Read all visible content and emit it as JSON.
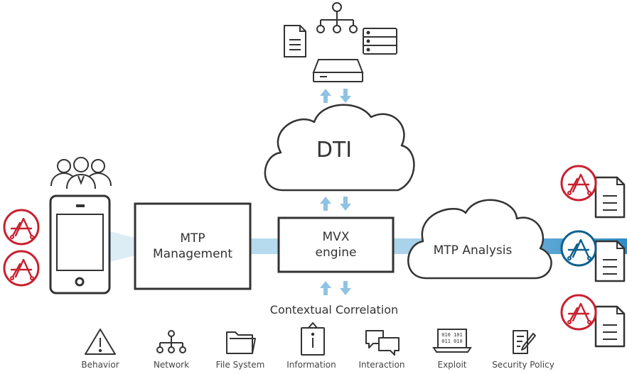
{
  "dti_label": "DTI",
  "mtp_management_label": [
    "MTP",
    "Management"
  ],
  "mvx_engine_label": [
    "MVX",
    "engine"
  ],
  "mtp_analysis_label": "MTP Analysis",
  "contextual_label": "Contextual Correlation",
  "categories": [
    {
      "label": "Behavior",
      "icon": "warning-icon"
    },
    {
      "label": "Network",
      "icon": "network-icon"
    },
    {
      "label": "File System",
      "icon": "folder-icon"
    },
    {
      "label": "Information",
      "icon": "information-icon"
    },
    {
      "label": "Interaction",
      "icon": "chat-icon"
    },
    {
      "label": "Exploit",
      "icon": "exploit-laptop-icon"
    },
    {
      "label": "Security Policy",
      "icon": "policy-icon"
    }
  ],
  "colors": {
    "flow_light": "#cfe6f2",
    "flow_dark": "#2e8fc9",
    "arrow": "#8fc3e2",
    "app_red": "#c9202f",
    "app_blue": "#0d5f8e",
    "stroke": "#333333"
  }
}
